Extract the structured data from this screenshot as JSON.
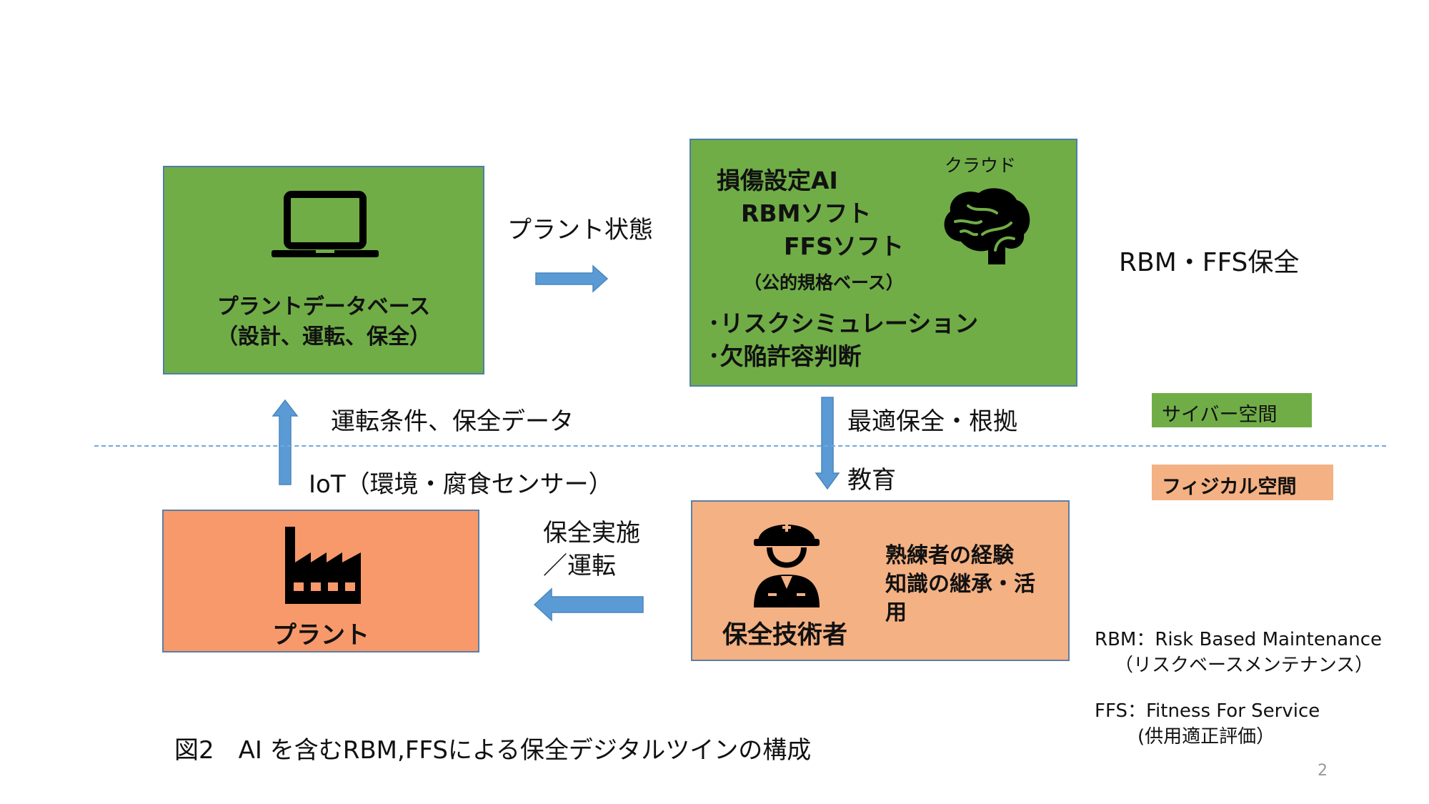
{
  "db_box": {
    "title": "プラントデータベース",
    "subtitle": "（設計、運転、保全）",
    "icon": "laptop-icon"
  },
  "arrow_labels": {
    "plant_state": "プラント状態",
    "operating_conditions": "運転条件、保全データ",
    "iot": "IoT（環境・腐食センサー）",
    "optimal": "最適保全・根拠",
    "education": "教育",
    "maintenance_line1": "保全実施",
    "maintenance_line2": "／運転"
  },
  "cloud_box": {
    "line1": "損傷設定AI",
    "line2": "RBMソフト",
    "line3": "FFSソフト",
    "line4": "（公的規格ベース）",
    "bullet1": "･リスクシミュレーション",
    "bullet2": "･欠陥許容判断",
    "cloud_label": "クラウド",
    "icon": "brain-icon"
  },
  "side_title": "RBM・FFS保全",
  "legend": {
    "cyber": "サイバー空間",
    "physical": "フィジカル空間",
    "cyber_color": "#70ad47",
    "physical_color": "#f4b183"
  },
  "plant_box": {
    "label": "プラント",
    "icon": "factory-icon"
  },
  "tech_box": {
    "label": "保全技術者",
    "line1": "熟練者の経験",
    "line2": "知識の継承・活",
    "line3": "用",
    "icon": "worker-icon"
  },
  "definitions": {
    "rbm": "RBM：Risk Based Maintenance",
    "rbm_jp": "（リスクベースメンテナンス）",
    "ffs": "FFS：Fitness For Service",
    "ffs_jp": "(供用適正評価）"
  },
  "caption": "図2　AI を含むRBM,FFSによる保全デジタルツインの構成",
  "page_number": "2"
}
